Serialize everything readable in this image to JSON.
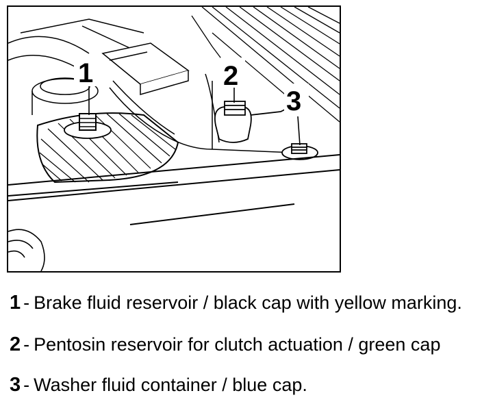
{
  "callouts": [
    {
      "number": "1"
    },
    {
      "number": "2"
    },
    {
      "number": "3"
    }
  ],
  "legend": [
    {
      "number": "1",
      "separator": "-",
      "text": "Brake fluid reservoir / black cap with yellow marking."
    },
    {
      "number": "2",
      "separator": "-",
      "text": "Pentosin reservoir for clutch actuation / green cap"
    },
    {
      "number": "3",
      "separator": "-",
      "text": "Washer fluid container / blue cap."
    }
  ]
}
